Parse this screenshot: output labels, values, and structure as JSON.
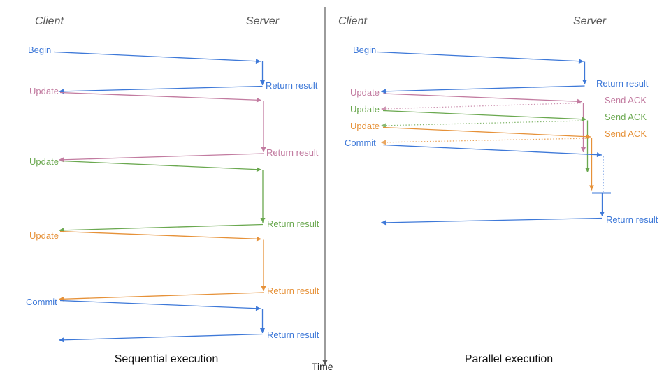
{
  "colors": {
    "blue": "#3d78d8",
    "pink": "#c27ba0",
    "green": "#6aa84f",
    "orange": "#e69138",
    "axis_gray": "#595959",
    "header_gray": "#595959",
    "caption_black": "#111111"
  },
  "time_axis": {
    "label": "Time"
  },
  "left_panel": {
    "client_header": "Client",
    "server_header": "Server",
    "caption": "Sequential execution",
    "messages": [
      {
        "label": "Begin",
        "color": "blue",
        "response": "Return result"
      },
      {
        "label": "Update",
        "color": "pink",
        "response": "Return result"
      },
      {
        "label": "Update",
        "color": "green",
        "response": "Return result"
      },
      {
        "label": "Update",
        "color": "orange",
        "response": "Return result"
      },
      {
        "label": "Commit",
        "color": "blue",
        "response": "Return result"
      }
    ]
  },
  "right_panel": {
    "client_header": "Client",
    "server_header": "Server",
    "caption": "Parallel execution",
    "messages": [
      {
        "label": "Begin",
        "color": "blue",
        "response": "Return result"
      },
      {
        "label": "Update",
        "color": "pink",
        "response": "Send ACK"
      },
      {
        "label": "Update",
        "color": "green",
        "response": "Send ACK"
      },
      {
        "label": "Update",
        "color": "orange",
        "response": "Send ACK"
      },
      {
        "label": "Commit",
        "color": "blue",
        "response": "Return result"
      }
    ]
  }
}
